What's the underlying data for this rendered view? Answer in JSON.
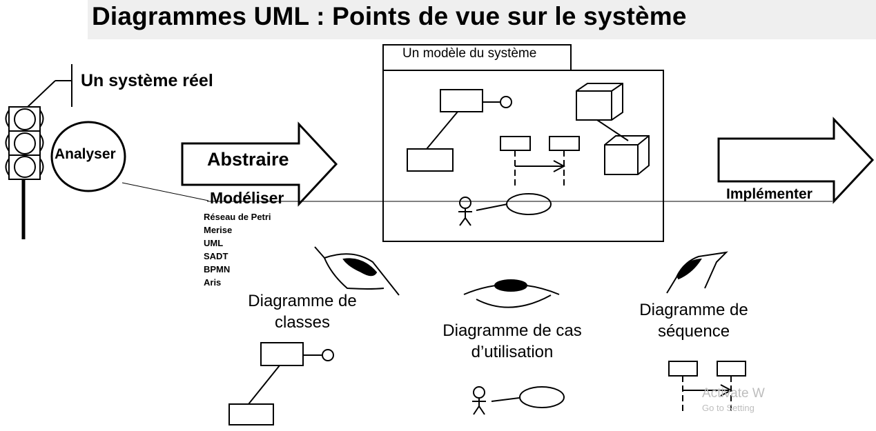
{
  "title": "Diagrammes UML : Points de vue sur le système",
  "labels": {
    "systeme_reel": "Un système réel",
    "analyser": "Analyser",
    "abstraire": "Abstraire",
    "modeliser": "Modéliser",
    "implementer": "Implémenter",
    "modele_systeme": "Un modèle du système"
  },
  "languages": [
    "Réseau de Petri",
    "Merise",
    "UML",
    "SADT",
    "BPMN",
    "Aris"
  ],
  "diagrams": {
    "classes": "Diagramme de classes",
    "cas_utilisation": "Diagramme de cas d’utilisation",
    "sequence": "Diagramme de séquence"
  },
  "watermark": {
    "line1": "Activate W",
    "line2": "Go to Setting"
  }
}
